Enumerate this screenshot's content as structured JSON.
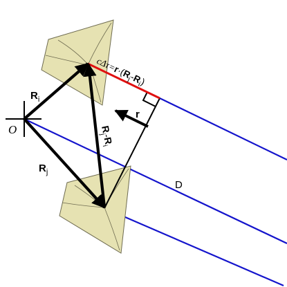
{
  "labels": {
    "origin": "O",
    "ri_base": "R",
    "ri_sub": "i",
    "rj_base": "R",
    "rj_sub": "j",
    "diff_a": "R",
    "diff_a_sub": "j",
    "diff_sep": "-",
    "diff_b": "R",
    "diff_b_sub": "i",
    "unit_vector": "r",
    "delay_prefix": "cΔτ=",
    "delay_r": "r",
    "delay_dot": "·(",
    "delay_a": "R",
    "delay_a_sub": "j",
    "delay_sep": "-",
    "delay_b": "R",
    "delay_b_sub": "i",
    "delay_close": ")",
    "distance": "D"
  },
  "colors": {
    "ray": "#1414cc",
    "path_difference": "#e01010",
    "horn_fill": "#e6e2b2",
    "horn_line": "#6e6b50",
    "ink": "#000000"
  }
}
